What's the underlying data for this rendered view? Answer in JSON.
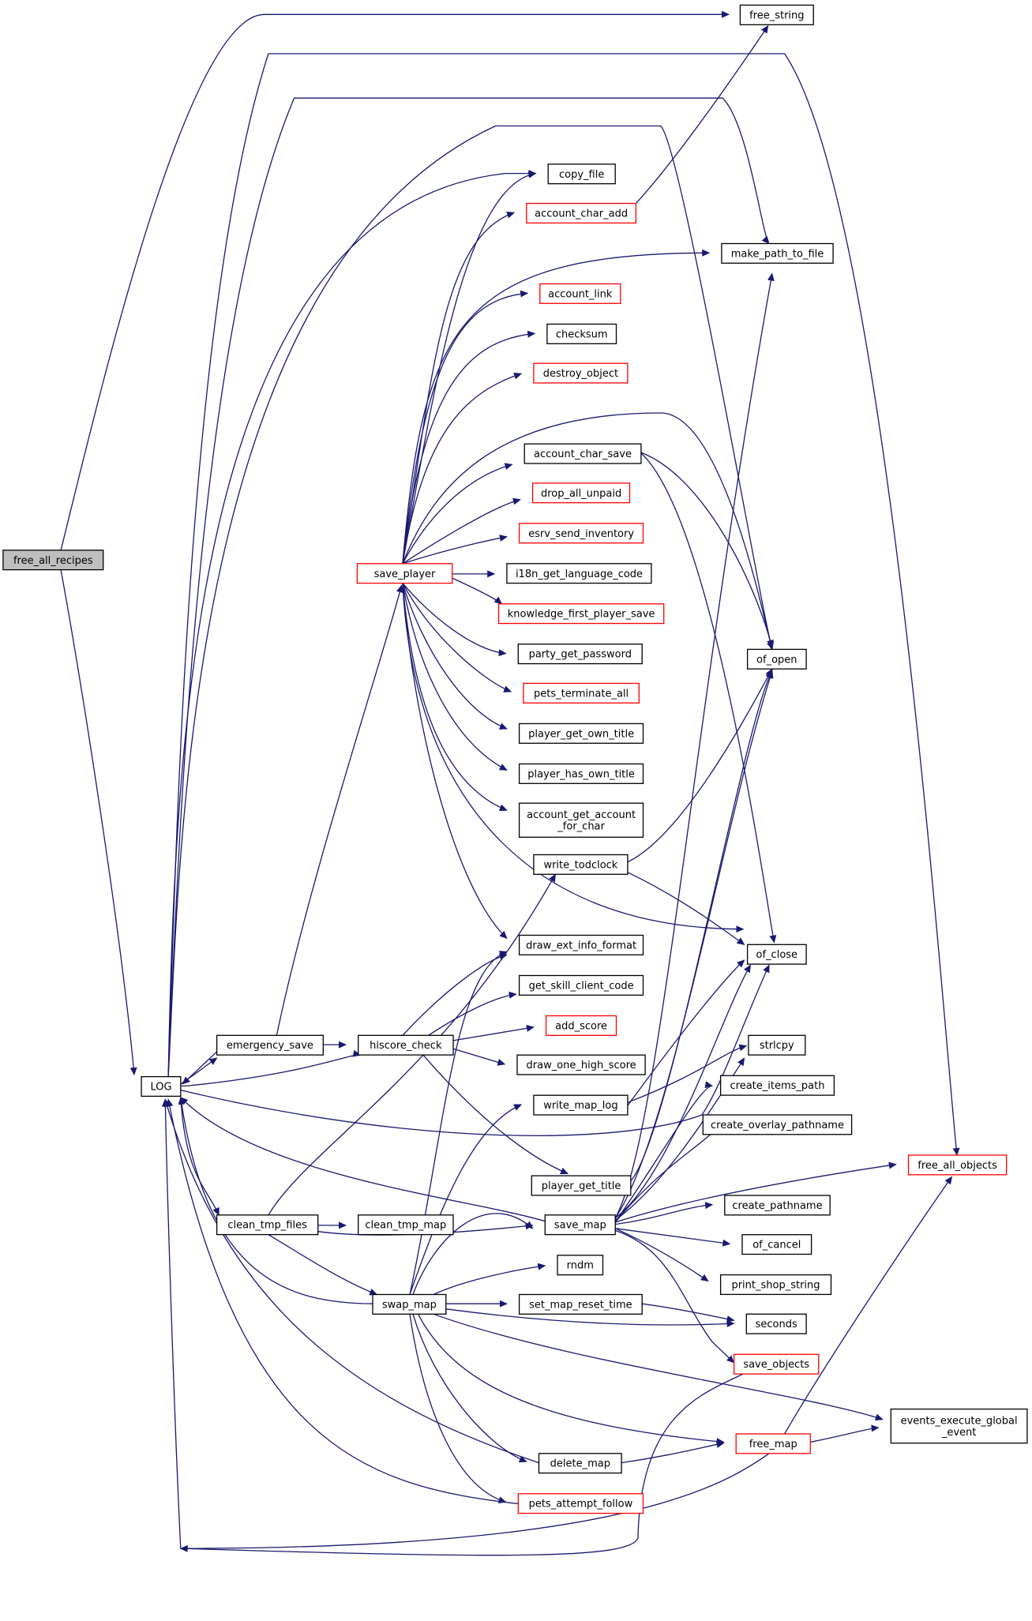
{
  "colors": {
    "edge": "#191970",
    "node_border": "#000000",
    "node_border_truncated": "#ff0000",
    "root_fill": "#bfbfbf",
    "node_fill": "#ffffff"
  },
  "nodes": [
    {
      "id": "free_all_recipes",
      "lines": [
        "free_all_recipes"
      ],
      "root": true
    },
    {
      "id": "LOG",
      "lines": [
        "LOG"
      ]
    },
    {
      "id": "free_string",
      "lines": [
        "free_string"
      ]
    },
    {
      "id": "copy_file",
      "lines": [
        "copy_file"
      ]
    },
    {
      "id": "account_char_add",
      "lines": [
        "account_char_add"
      ],
      "truncated": true
    },
    {
      "id": "make_path_to_file",
      "lines": [
        "make_path_to_file"
      ]
    },
    {
      "id": "account_link",
      "lines": [
        "account_link"
      ],
      "truncated": true
    },
    {
      "id": "checksum",
      "lines": [
        "checksum"
      ]
    },
    {
      "id": "destroy_object",
      "lines": [
        "destroy_object"
      ],
      "truncated": true
    },
    {
      "id": "account_char_save",
      "lines": [
        "account_char_save"
      ]
    },
    {
      "id": "drop_all_unpaid",
      "lines": [
        "drop_all_unpaid"
      ],
      "truncated": true
    },
    {
      "id": "esrv_send_inventory",
      "lines": [
        "esrv_send_inventory"
      ],
      "truncated": true
    },
    {
      "id": "save_player",
      "lines": [
        "save_player"
      ],
      "truncated": true
    },
    {
      "id": "i18n_get_language_code",
      "lines": [
        "i18n_get_language_code"
      ]
    },
    {
      "id": "knowledge_first_player_save",
      "lines": [
        "knowledge_first_player_save"
      ],
      "truncated": true
    },
    {
      "id": "party_get_password",
      "lines": [
        "party_get_password"
      ]
    },
    {
      "id": "of_open",
      "lines": [
        "of_open"
      ]
    },
    {
      "id": "pets_terminate_all",
      "lines": [
        "pets_terminate_all"
      ],
      "truncated": true
    },
    {
      "id": "player_get_own_title",
      "lines": [
        "player_get_own_title"
      ]
    },
    {
      "id": "player_has_own_title",
      "lines": [
        "player_has_own_title"
      ]
    },
    {
      "id": "account_get_account_for_char",
      "lines": [
        "account_get_account",
        "_for_char"
      ]
    },
    {
      "id": "write_todclock",
      "lines": [
        "write_todclock"
      ]
    },
    {
      "id": "draw_ext_info_format",
      "lines": [
        "draw_ext_info_format"
      ]
    },
    {
      "id": "of_close",
      "lines": [
        "of_close"
      ]
    },
    {
      "id": "get_skill_client_code",
      "lines": [
        "get_skill_client_code"
      ]
    },
    {
      "id": "add_score",
      "lines": [
        "add_score"
      ],
      "truncated": true
    },
    {
      "id": "emergency_save",
      "lines": [
        "emergency_save"
      ]
    },
    {
      "id": "hiscore_check",
      "lines": [
        "hiscore_check"
      ]
    },
    {
      "id": "strlcpy",
      "lines": [
        "strlcpy"
      ]
    },
    {
      "id": "draw_one_high_score",
      "lines": [
        "draw_one_high_score"
      ]
    },
    {
      "id": "create_items_path",
      "lines": [
        "create_items_path"
      ]
    },
    {
      "id": "write_map_log",
      "lines": [
        "write_map_log"
      ]
    },
    {
      "id": "create_overlay_pathname",
      "lines": [
        "create_overlay_pathname"
      ]
    },
    {
      "id": "free_all_objects",
      "lines": [
        "free_all_objects"
      ],
      "truncated": true
    },
    {
      "id": "player_get_title",
      "lines": [
        "player_get_title"
      ]
    },
    {
      "id": "create_pathname",
      "lines": [
        "create_pathname"
      ]
    },
    {
      "id": "clean_tmp_files",
      "lines": [
        "clean_tmp_files"
      ]
    },
    {
      "id": "clean_tmp_map",
      "lines": [
        "clean_tmp_map"
      ]
    },
    {
      "id": "save_map",
      "lines": [
        "save_map"
      ]
    },
    {
      "id": "of_cancel",
      "lines": [
        "of_cancel"
      ]
    },
    {
      "id": "print_shop_string",
      "lines": [
        "print_shop_string"
      ]
    },
    {
      "id": "rndm",
      "lines": [
        "rndm"
      ]
    },
    {
      "id": "swap_map",
      "lines": [
        "swap_map"
      ]
    },
    {
      "id": "set_map_reset_time",
      "lines": [
        "set_map_reset_time"
      ]
    },
    {
      "id": "seconds",
      "lines": [
        "seconds"
      ]
    },
    {
      "id": "save_objects",
      "lines": [
        "save_objects"
      ],
      "truncated": true
    },
    {
      "id": "events_execute_global_event",
      "lines": [
        "events_execute_global",
        "_event"
      ]
    },
    {
      "id": "free_map",
      "lines": [
        "free_map"
      ],
      "truncated": true
    },
    {
      "id": "delete_map",
      "lines": [
        "delete_map"
      ]
    },
    {
      "id": "pets_attempt_follow",
      "lines": [
        "pets_attempt_follow"
      ],
      "truncated": true
    }
  ]
}
